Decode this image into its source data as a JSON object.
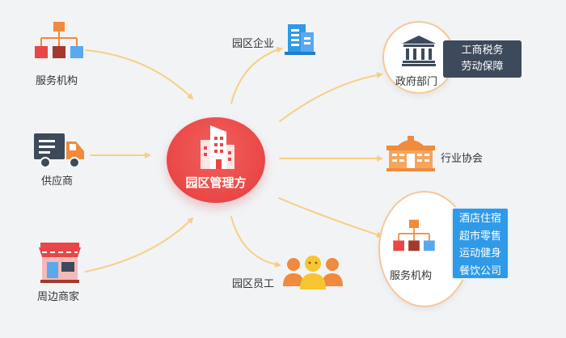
{
  "center": {
    "title": "园区管理方"
  },
  "left_nodes": [
    {
      "label": "服务机构",
      "icon": "org-chart-icon"
    },
    {
      "label": "供应商",
      "icon": "truck-icon"
    },
    {
      "label": "周边商家",
      "icon": "shop-icon"
    }
  ],
  "right_nodes": {
    "enterprise": {
      "label": "园区企业",
      "icon": "office-building-icon"
    },
    "government": {
      "label": "政府部门",
      "icon": "government-building-icon",
      "tags": [
        "工商税务",
        "劳动保障"
      ]
    },
    "association": {
      "label": "行业协会",
      "icon": "association-building-icon"
    },
    "service": {
      "label": "服务机构",
      "icon": "org-chart-icon",
      "tags": [
        "酒店住宿",
        "超市零售",
        "运动健身",
        "餐饮公司"
      ]
    },
    "staff": {
      "label": "园区员工",
      "icon": "people-group-icon"
    }
  },
  "colors": {
    "accent_red": "#e94747",
    "arrow": "#f7cf84",
    "orange": "#f08a3c",
    "blue": "#2f9ae8",
    "dark_navy": "#3c4a5c",
    "background": "#f2f3f5"
  }
}
